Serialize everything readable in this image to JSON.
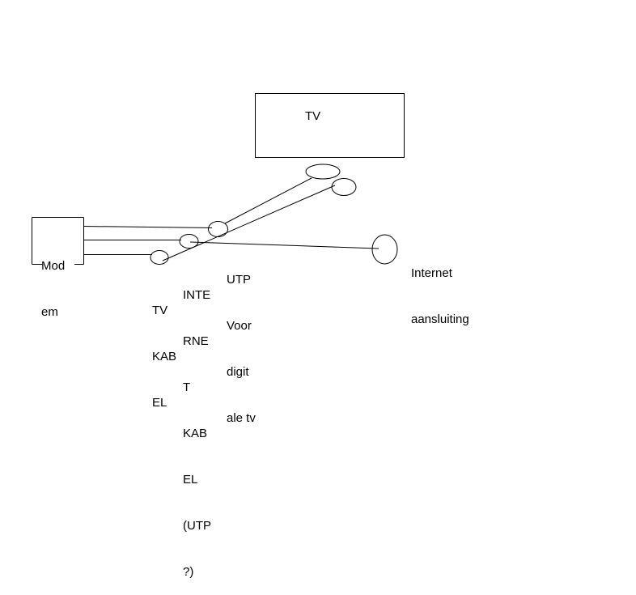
{
  "diagram": {
    "tv_box": {
      "label": "TV"
    },
    "modem_box": {
      "label_lines": [
        "Mod",
        "em"
      ]
    },
    "tv_cable_label": {
      "lines": [
        "TV",
        "KAB",
        "EL"
      ]
    },
    "internet_cable_label": {
      "lines": [
        "INTE",
        "RNE",
        "T",
        "KAB",
        "EL",
        "(UTP",
        "?)"
      ]
    },
    "utp_label": {
      "lines": [
        "UTP",
        "Voor",
        "digit",
        "ale tv"
      ]
    },
    "internet_outlet_label": {
      "lines": [
        "Internet",
        "aansluiting"
      ]
    },
    "stroke_color": "#000000",
    "background_color": "#ffffff"
  }
}
